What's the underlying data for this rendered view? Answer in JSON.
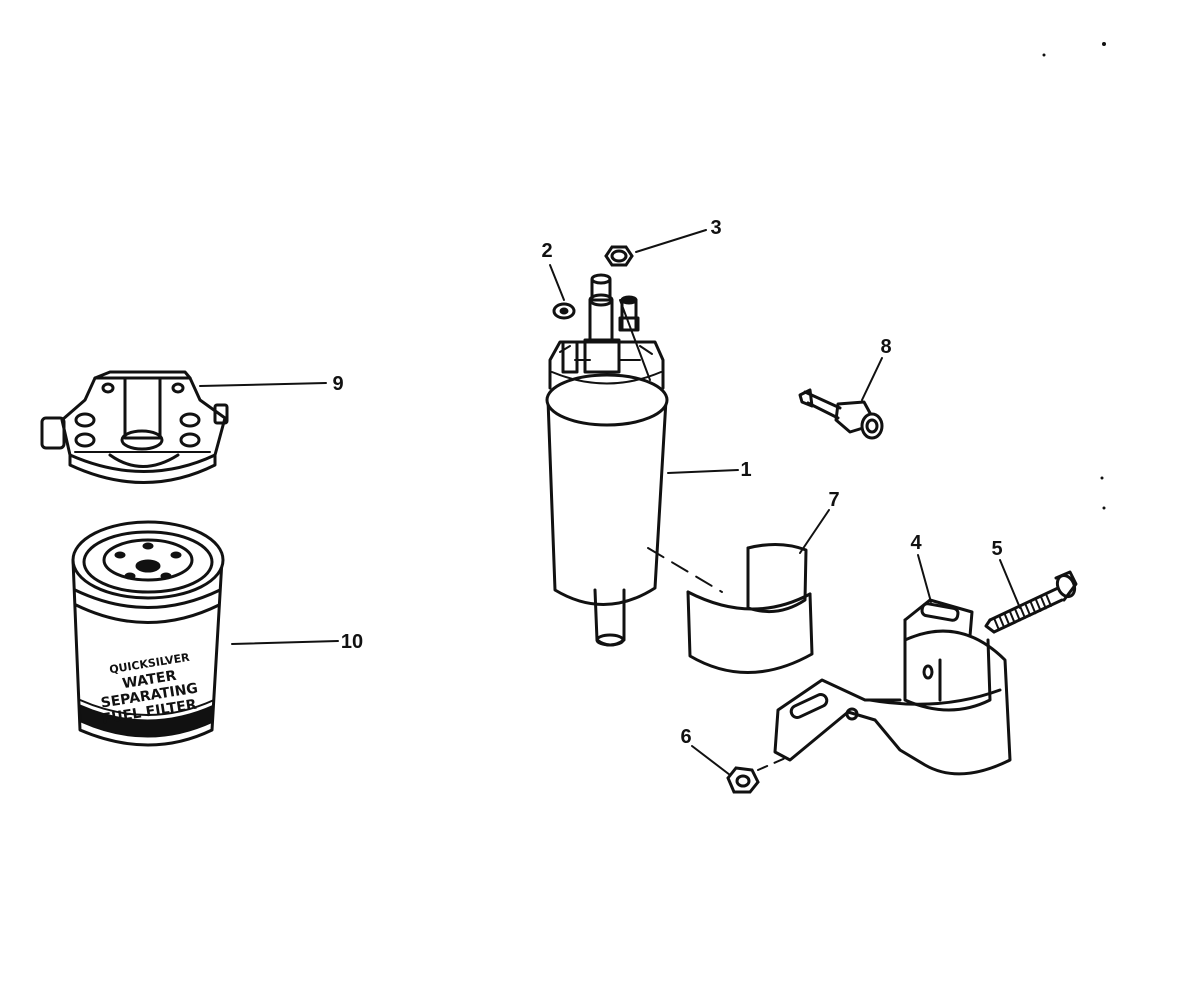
{
  "diagram": {
    "callouts": [
      {
        "id": "1",
        "part": "fuel-pump"
      },
      {
        "id": "2",
        "part": "terminal-nut-small"
      },
      {
        "id": "3",
        "part": "terminal-nut-large"
      },
      {
        "id": "4",
        "part": "mounting-bracket"
      },
      {
        "id": "5",
        "part": "bolt"
      },
      {
        "id": "6",
        "part": "locknut"
      },
      {
        "id": "7",
        "part": "insulator-sleeve"
      },
      {
        "id": "8",
        "part": "fuel-fitting"
      },
      {
        "id": "9",
        "part": "filter-base"
      },
      {
        "id": "10",
        "part": "water-separating-fuel-filter"
      }
    ],
    "filter_label": {
      "brand": "QUICKSILVER",
      "line1": "WATER",
      "line2": "SEPARATING",
      "line3": "FUEL FILTER"
    }
  }
}
